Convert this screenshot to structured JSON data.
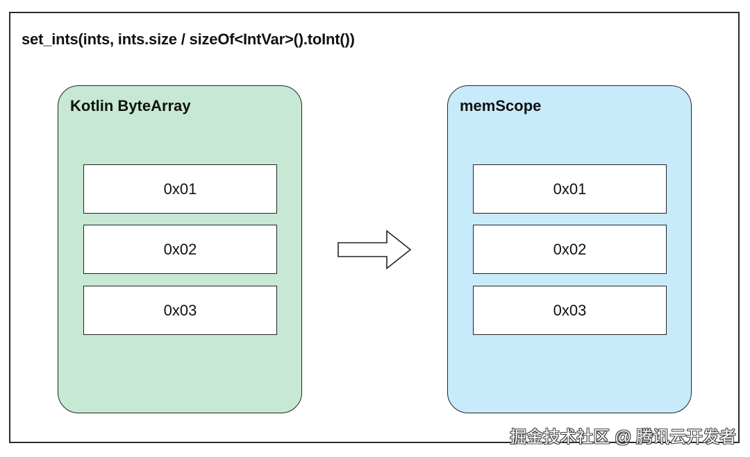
{
  "title": "set_ints(ints, ints.size / sizeOf<IntVar>().toInt())",
  "source_panel": {
    "label": "Kotlin ByteArray",
    "color": "#c6e8d4",
    "cells": [
      "0x01",
      "0x02",
      "0x03"
    ]
  },
  "target_panel": {
    "label": "memScope",
    "color": "#c8ebfb",
    "cells": [
      "0x01",
      "0x02",
      "0x03"
    ]
  },
  "arrow": {
    "icon": "right-arrow-icon",
    "direction": "right"
  },
  "watermark": "掘金技术社区 @ 腾讯云开发者"
}
